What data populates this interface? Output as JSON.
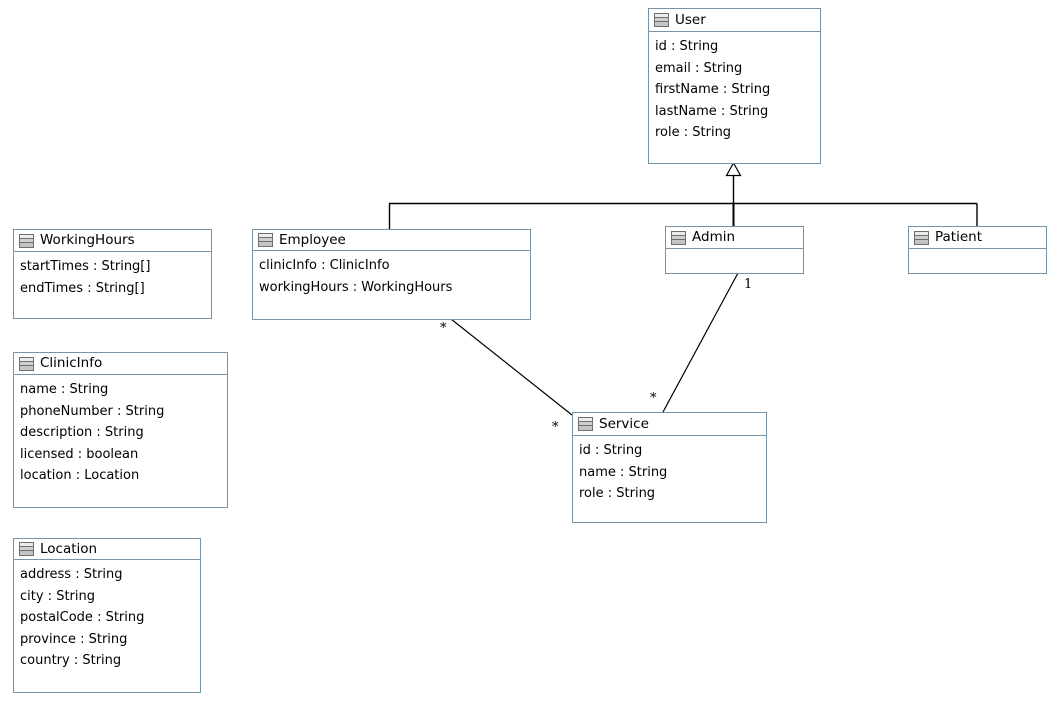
{
  "diagram": {
    "type": "uml-class-diagram",
    "colors": {
      "background": "#ffffff",
      "box_border": "#7494a8",
      "connector": "#000000",
      "icon_border": "#6e6e6e",
      "icon_fill": "#cfcfcf",
      "text": "#000000"
    },
    "classes": {
      "user": {
        "name": "User",
        "attributes": [
          "id : String",
          "email : String",
          "firstName : String",
          "lastName : String",
          "role : String"
        ]
      },
      "working_hours": {
        "name": "WorkingHours",
        "attributes": [
          "startTimes : String[]",
          "endTimes : String[]"
        ]
      },
      "clinic_info": {
        "name": "ClinicInfo",
        "attributes": [
          "name : String",
          "phoneNumber : String",
          "description : String",
          "licensed : boolean",
          "location : Location"
        ]
      },
      "location": {
        "name": "Location",
        "attributes": [
          "address : String",
          "city : String",
          "postalCode : String",
          "province : String",
          "country : String"
        ]
      },
      "employee": {
        "name": "Employee",
        "attributes": [
          "clinicInfo : ClinicInfo",
          "workingHours : WorkingHours"
        ]
      },
      "admin": {
        "name": "Admin",
        "attributes": []
      },
      "patient": {
        "name": "Patient",
        "attributes": []
      },
      "service": {
        "name": "Service",
        "attributes": [
          "id : String",
          "name : String",
          "role : String"
        ]
      }
    },
    "relationships": {
      "generalization": {
        "parent": "User",
        "children": [
          "Employee",
          "Admin",
          "Patient"
        ]
      },
      "employee_service": {
        "from": "Employee",
        "to": "Service",
        "source_multiplicity": "*",
        "target_multiplicity": "*"
      },
      "admin_service": {
        "from": "Admin",
        "to": "Service",
        "source_multiplicity": "1",
        "target_multiplicity": "*"
      }
    }
  }
}
